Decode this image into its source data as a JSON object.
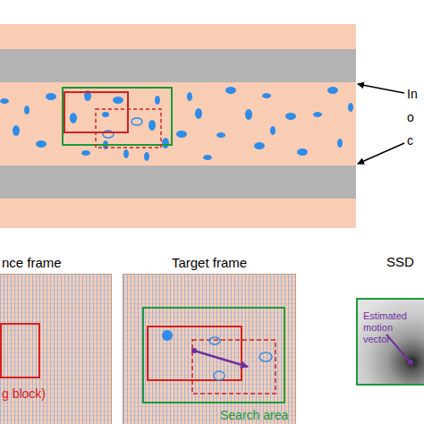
{
  "diagram": {
    "nodes": [
      {
        "text": [
          "nce frame"
        ]
      },
      {
        "text": [
          "g block)"
        ],
        "in": 0
      },
      {
        "text": [
          "Target frame"
        ]
      },
      {
        "text": [
          "Search area"
        ],
        "in": 2
      },
      {
        "text": [
          "Estimated motion vector"
        ]
      }
    ],
    "labels": [
      "In o c",
      "SSD"
    ]
  }
}
